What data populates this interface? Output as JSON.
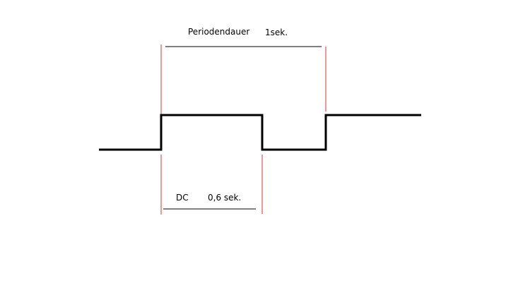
{
  "labels": {
    "period": "Periodendauer",
    "period_value": "1sek.",
    "duty_cycle": "DC",
    "duty_cycle_value": "0,6 sek."
  },
  "colors": {
    "signal": "#000000",
    "marker": "#e03030",
    "dimension": "#000000",
    "background": "#ffffff"
  }
}
